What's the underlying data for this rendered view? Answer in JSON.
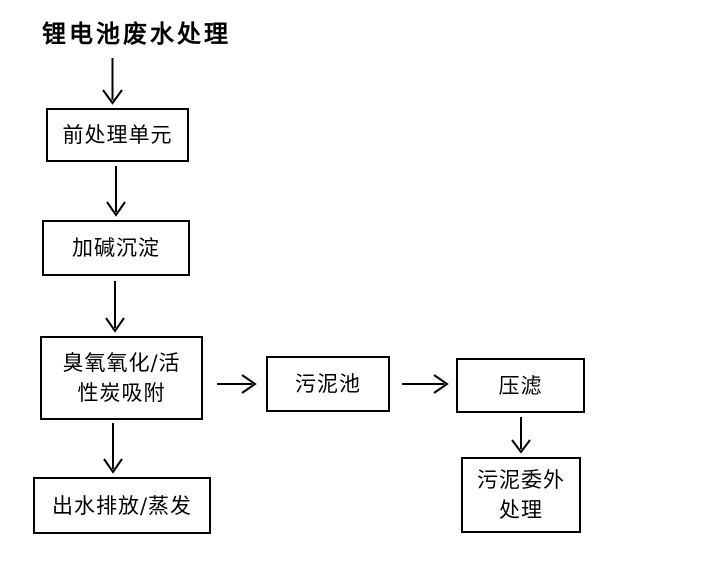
{
  "title": "锂电池废水处理",
  "colors": {
    "background": "#ffffff",
    "box_border": "#000000",
    "text": "#000000",
    "arrow": "#000000"
  },
  "flowchart": {
    "type": "flowchart",
    "nodes": [
      {
        "id": "pretreatment",
        "label": "前处理单元",
        "lines": [
          "前处理单元"
        ]
      },
      {
        "id": "alkali-precipitation",
        "label": "加碱沉淀",
        "lines": [
          "加碱沉淀"
        ]
      },
      {
        "id": "ozone-carbon",
        "label": "臭氧氧化/活性炭吸附",
        "lines": [
          "臭氧氧化/活",
          "性炭吸附"
        ]
      },
      {
        "id": "effluent-discharge",
        "label": "出水排放/蒸发",
        "lines": [
          "出水排放/蒸发"
        ]
      },
      {
        "id": "sludge-tank",
        "label": "污泥池",
        "lines": [
          "污泥池"
        ]
      },
      {
        "id": "filter-press",
        "label": "压滤",
        "lines": [
          "压滤"
        ]
      },
      {
        "id": "sludge-outsourced",
        "label": "污泥委外处理",
        "lines": [
          "污泥委外",
          "处理"
        ]
      }
    ],
    "edges": [
      {
        "from": "start",
        "to": "pretreatment"
      },
      {
        "from": "pretreatment",
        "to": "alkali-precipitation"
      },
      {
        "from": "alkali-precipitation",
        "to": "ozone-carbon"
      },
      {
        "from": "ozone-carbon",
        "to": "effluent-discharge"
      },
      {
        "from": "ozone-carbon",
        "to": "sludge-tank"
      },
      {
        "from": "sludge-tank",
        "to": "filter-press"
      },
      {
        "from": "filter-press",
        "to": "sludge-outsourced"
      }
    ]
  }
}
